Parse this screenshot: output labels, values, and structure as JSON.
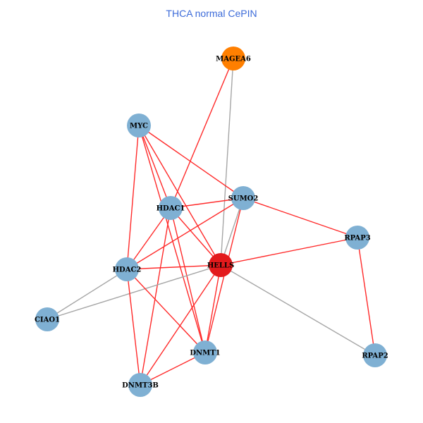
{
  "title": "THCA normal CePIN",
  "colors": {
    "title": "#3c6bd9",
    "node_default": "#7fb0d3",
    "node_hub": "#e31a1c",
    "node_special": "#ff7f00",
    "edge_red": "#ff2a2a",
    "edge_gray": "#a6a6a6"
  },
  "nodes": [
    {
      "id": "MAGEA6",
      "type": "special"
    },
    {
      "id": "MYC",
      "type": "default"
    },
    {
      "id": "SUMO2",
      "type": "default"
    },
    {
      "id": "HDAC1",
      "type": "default"
    },
    {
      "id": "RPAP3",
      "type": "default"
    },
    {
      "id": "HELLS",
      "type": "hub"
    },
    {
      "id": "HDAC2",
      "type": "default"
    },
    {
      "id": "CIAO1",
      "type": "default"
    },
    {
      "id": "DNMT1",
      "type": "default"
    },
    {
      "id": "RPAP2",
      "type": "default"
    },
    {
      "id": "DNMT3B",
      "type": "default"
    }
  ],
  "edges": [
    {
      "source": "MAGEA6",
      "target": "HDAC1",
      "color": "red"
    },
    {
      "source": "MAGEA6",
      "target": "HELLS",
      "color": "gray"
    },
    {
      "source": "MYC",
      "target": "HDAC2",
      "color": "red"
    },
    {
      "source": "MYC",
      "target": "HDAC1",
      "color": "red"
    },
    {
      "source": "MYC",
      "target": "HELLS",
      "color": "red"
    },
    {
      "source": "MYC",
      "target": "SUMO2",
      "color": "red"
    },
    {
      "source": "MYC",
      "target": "DNMT1",
      "color": "red"
    },
    {
      "source": "HDAC1",
      "target": "SUMO2",
      "color": "red"
    },
    {
      "source": "HDAC1",
      "target": "HDAC2",
      "color": "red"
    },
    {
      "source": "HDAC1",
      "target": "HELLS",
      "color": "red"
    },
    {
      "source": "HDAC1",
      "target": "DNMT1",
      "color": "red"
    },
    {
      "source": "HDAC1",
      "target": "DNMT3B",
      "color": "red"
    },
    {
      "source": "SUMO2",
      "target": "HDAC2",
      "color": "red"
    },
    {
      "source": "SUMO2",
      "target": "RPAP3",
      "color": "red"
    },
    {
      "source": "SUMO2",
      "target": "HELLS",
      "color": "gray"
    },
    {
      "source": "SUMO2",
      "target": "DNMT1",
      "color": "red"
    },
    {
      "source": "HELLS",
      "target": "RPAP3",
      "color": "red"
    },
    {
      "source": "HELLS",
      "target": "HDAC2",
      "color": "red"
    },
    {
      "source": "HELLS",
      "target": "DNMT1",
      "color": "red"
    },
    {
      "source": "HELLS",
      "target": "DNMT3B",
      "color": "red"
    },
    {
      "source": "HELLS",
      "target": "CIAO1",
      "color": "gray"
    },
    {
      "source": "HELLS",
      "target": "RPAP2",
      "color": "gray"
    },
    {
      "source": "HDAC2",
      "target": "CIAO1",
      "color": "gray"
    },
    {
      "source": "HDAC2",
      "target": "DNMT1",
      "color": "red"
    },
    {
      "source": "HDAC2",
      "target": "DNMT3B",
      "color": "red"
    },
    {
      "source": "DNMT1",
      "target": "DNMT3B",
      "color": "red"
    },
    {
      "source": "RPAP3",
      "target": "RPAP2",
      "color": "red"
    }
  ]
}
